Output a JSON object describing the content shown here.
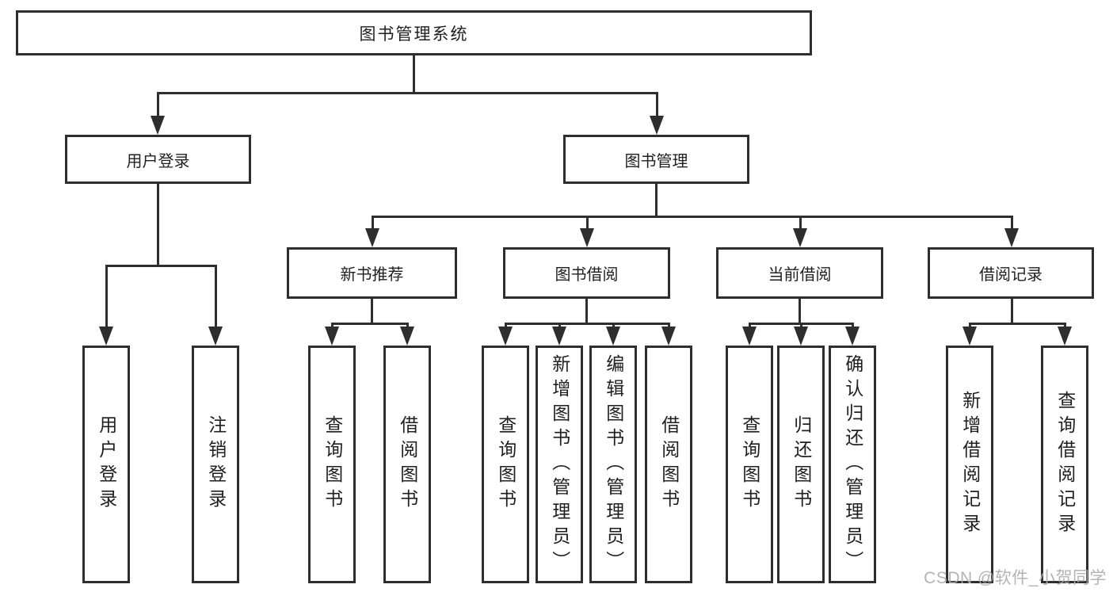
{
  "diagram": {
    "root": {
      "label": "图书管理系统",
      "children": [
        {
          "label": "用户登录",
          "children": [
            {
              "label": "用户登录"
            },
            {
              "label": "注销登录"
            }
          ]
        },
        {
          "label": "图书管理",
          "children": [
            {
              "label": "新书推荐",
              "children": [
                {
                  "label": "查询图书"
                },
                {
                  "label": "借阅图书"
                }
              ]
            },
            {
              "label": "图书借阅",
              "children": [
                {
                  "label": "查询图书"
                },
                {
                  "label": "新增图书（管理员）"
                },
                {
                  "label": "编辑图书（管理员）"
                },
                {
                  "label": "借阅图书"
                }
              ]
            },
            {
              "label": "当前借阅",
              "children": [
                {
                  "label": "查询图书"
                },
                {
                  "label": "归还图书"
                },
                {
                  "label": "确认归还（管理员）"
                }
              ]
            },
            {
              "label": "借阅记录",
              "children": [
                {
                  "label": "新增借阅记录"
                },
                {
                  "label": "查询借阅记录"
                }
              ]
            }
          ]
        }
      ]
    },
    "colors": {
      "line": "#2e2e2e",
      "border": "#2e2e2e",
      "text": "#1f1f1f",
      "watermark": "#ababab",
      "background": "#ffffff"
    }
  },
  "watermark": {
    "text": "CSDN @软件_小贺同学"
  }
}
